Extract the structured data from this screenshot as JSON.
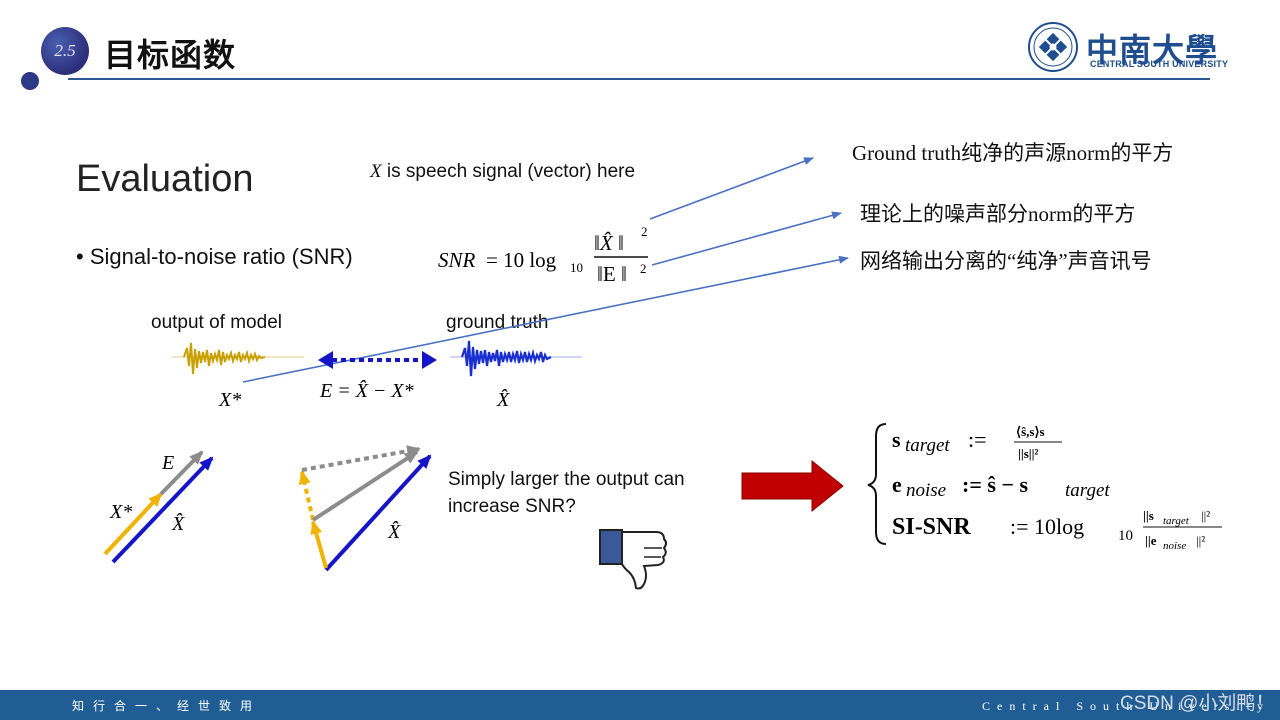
{
  "header": {
    "section_number": "2.5",
    "title": "目标函数",
    "logo_cn": "中南大學",
    "logo_en": "CENTRAL SOUTH UNIVERSITY"
  },
  "slide": {
    "heading": "Evaluation",
    "note_x": "X",
    "note_rest": " is speech signal (vector) here",
    "bullet": "• Signal-to-noise ratio (SNR)",
    "snr_formula": {
      "lhs": "SNR",
      "eq": "= 10 log",
      "sub": "10",
      "num": "‖X̂ ‖",
      "num_exp": "2",
      "den": "‖E ‖",
      "den_exp": "2"
    },
    "annotations": [
      "Ground truth纯净的声源norm的平方",
      "理论上的噪声部分norm的平方",
      "网络输出分离的“纯净”声音讯号"
    ],
    "output_label": "output of model",
    "ground_truth_label": "ground truth",
    "x_star": "X*",
    "e_formula": "E = X̂ − X*",
    "x_hat": "X̂",
    "e_label": "E",
    "question": "Simply larger the output can increase SNR?",
    "si_snr": {
      "line1_lhs": "s",
      "line1_sub": "target",
      "line1_rhs_num": "⟨ŝ,s⟩s",
      "line1_rhs_den": "||s||²",
      "line2_lhs": "e",
      "line2_sub": "noise",
      "line2_rhs": ":= ŝ − s",
      "line2_rhs_sub": "target",
      "line3_lhs": "SI-SNR",
      "line3_rhs": ":= 10log",
      "line3_sub": "10",
      "line3_num": "||s",
      "line3_num_sub": "target",
      "line3_num_end": "||²",
      "line3_den": "||e",
      "line3_den_sub": "noise",
      "line3_den_end": "||²",
      "assign": ":="
    }
  },
  "footer": {
    "left": "知行合一、经世致用",
    "right": "Central South University",
    "watermark": "CSDN @小刘鸭！"
  },
  "colors": {
    "accent_blue": "#1f5d94",
    "arrow_blue": "#4a72c4",
    "vector_blue": "#1414c8",
    "vector_yellow": "#f0b400",
    "vector_gray": "#8c8c8c",
    "waveform_gold": "#c8a000",
    "waveform_blue": "#1a2fd0",
    "big_arrow_red": "#c00000"
  },
  "icons": [
    "thumbs-down-icon",
    "university-seal-icon"
  ]
}
